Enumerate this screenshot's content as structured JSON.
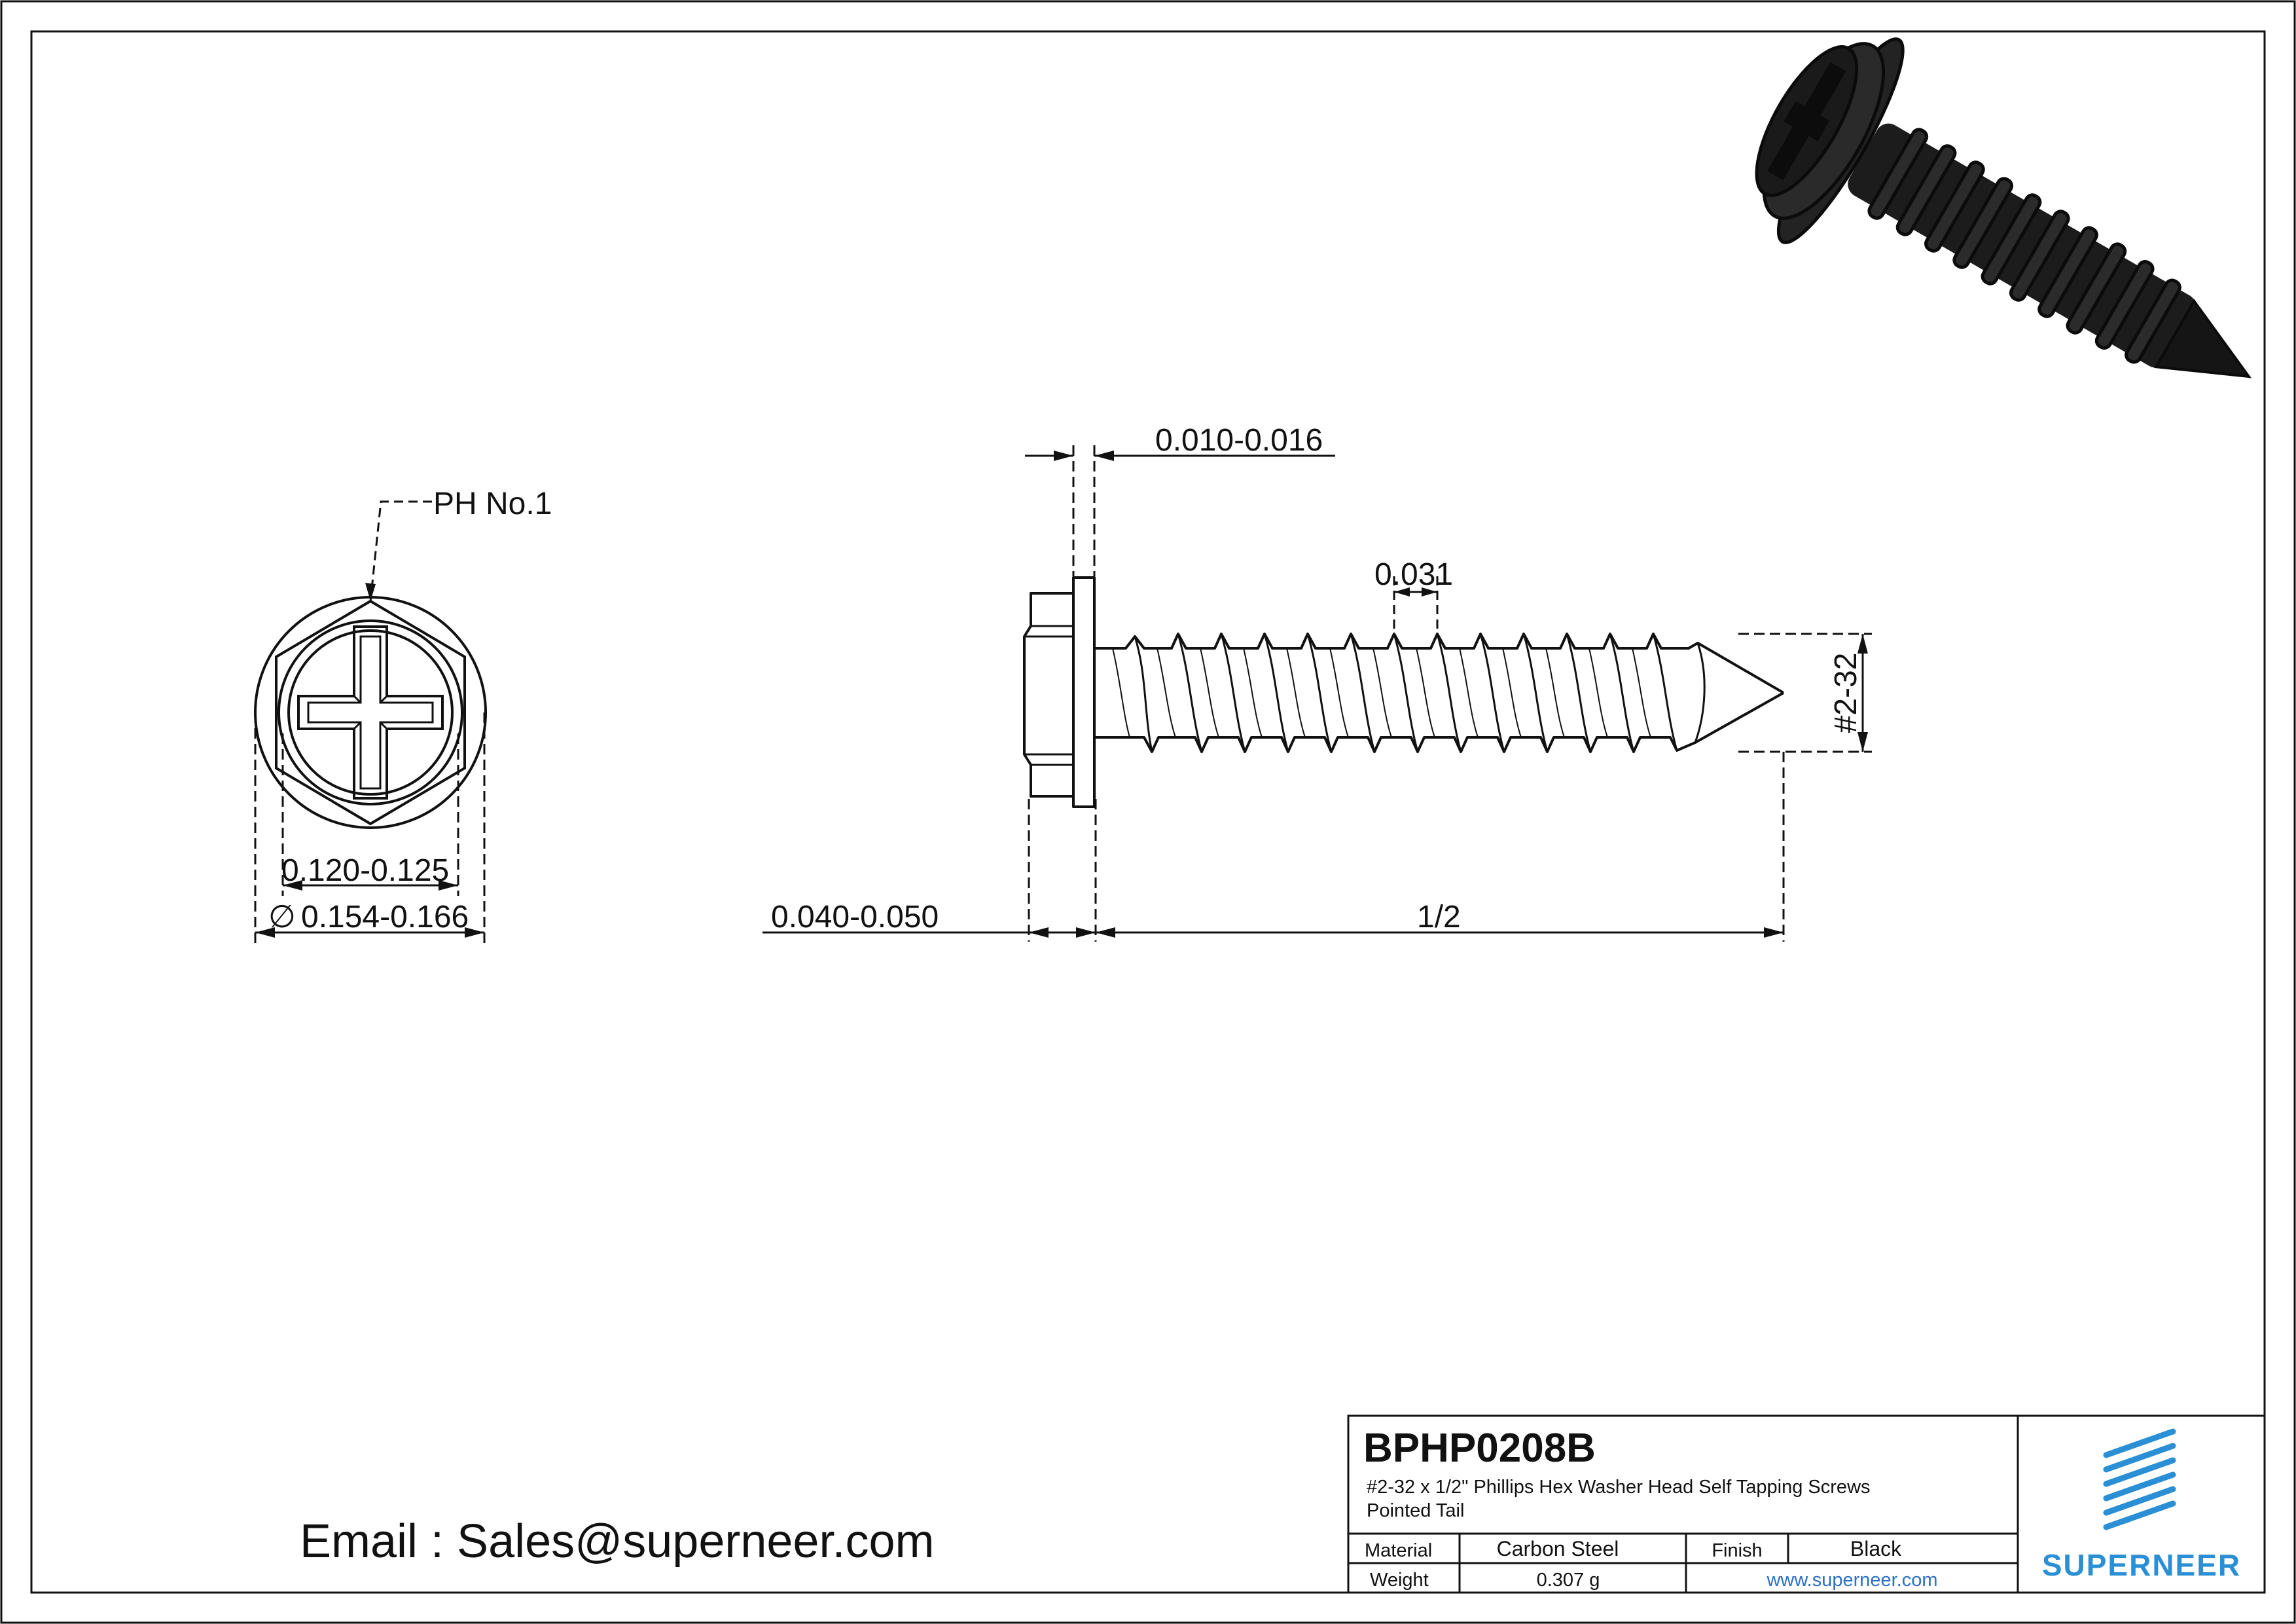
{
  "drawing": {
    "callout_ph": "PH No.1",
    "dim_recess_dia": "0.120-0.125",
    "dia_symbol": "∅",
    "dim_washer_dia": "0.154-0.166",
    "dim_washer_thickness": "0.010-0.016",
    "dim_thread_pitch": "0.031",
    "dim_thread_size": "#2-32",
    "dim_head_height": "0.040-0.050",
    "dim_length": "1/2"
  },
  "contact": {
    "email_line": "Email : Sales@superneer.com"
  },
  "title_block": {
    "part_number": "BPHP0208B",
    "description_line1": "#2-32 x 1/2\" Phillips Hex Washer Head Self Tapping Screws",
    "description_line2": "Pointed Tail",
    "material_label": "Material",
    "material_value": "Carbon Steel",
    "finish_label": "Finish",
    "finish_value": "Black",
    "weight_label": "Weight",
    "weight_value": "0.307 g",
    "website": "www.superneer.com",
    "logo_text": "SUPERNEER"
  },
  "colors": {
    "line": "#111111",
    "brand_blue": "#2a8fd4",
    "link_blue": "#2a6fc9",
    "screw_black": "#1c1c1c"
  }
}
